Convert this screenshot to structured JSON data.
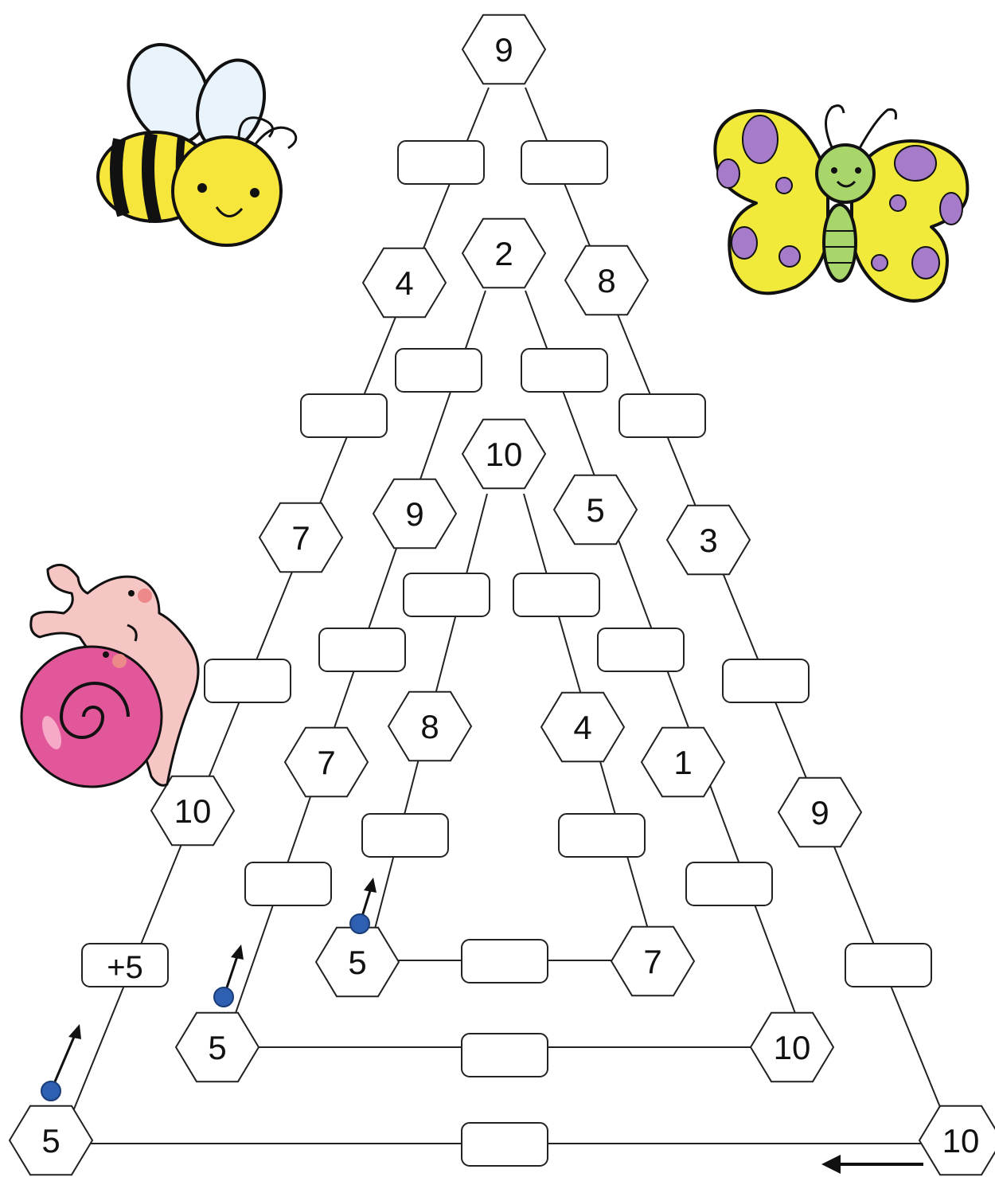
{
  "puzzle": {
    "hexagons": [
      {
        "id": "h1",
        "value": "9"
      },
      {
        "id": "h2",
        "value": "4"
      },
      {
        "id": "h3",
        "value": "2"
      },
      {
        "id": "h4",
        "value": "8"
      },
      {
        "id": "h5",
        "value": "10"
      },
      {
        "id": "h6",
        "value": "9"
      },
      {
        "id": "h7",
        "value": "5"
      },
      {
        "id": "h8",
        "value": "7"
      },
      {
        "id": "h9",
        "value": "3"
      },
      {
        "id": "h10",
        "value": "8"
      },
      {
        "id": "h11",
        "value": "4"
      },
      {
        "id": "h12",
        "value": "7"
      },
      {
        "id": "h13",
        "value": "1"
      },
      {
        "id": "h14",
        "value": "10"
      },
      {
        "id": "h15",
        "value": "9"
      },
      {
        "id": "h16",
        "value": "5"
      },
      {
        "id": "h17",
        "value": "7"
      },
      {
        "id": "h18",
        "value": "5"
      },
      {
        "id": "h19",
        "value": "10"
      },
      {
        "id": "h20",
        "value": "5"
      },
      {
        "id": "h21",
        "value": "10"
      }
    ],
    "boxes": [
      {
        "id": "b1",
        "value": ""
      },
      {
        "id": "b2",
        "value": ""
      },
      {
        "id": "b3",
        "value": ""
      },
      {
        "id": "b4",
        "value": ""
      },
      {
        "id": "b5",
        "value": ""
      },
      {
        "id": "b6",
        "value": ""
      },
      {
        "id": "b7",
        "value": ""
      },
      {
        "id": "b8",
        "value": ""
      },
      {
        "id": "b9",
        "value": ""
      },
      {
        "id": "b10",
        "value": ""
      },
      {
        "id": "b11",
        "value": ""
      },
      {
        "id": "b12",
        "value": ""
      },
      {
        "id": "b13",
        "value": ""
      },
      {
        "id": "b14",
        "value": ""
      },
      {
        "id": "b15",
        "value": ""
      },
      {
        "id": "b16",
        "value": ""
      },
      {
        "id": "b17",
        "value": ""
      },
      {
        "id": "b18",
        "value": "+5"
      },
      {
        "id": "b19",
        "value": ""
      },
      {
        "id": "b20",
        "value": ""
      }
    ]
  },
  "decorations": {
    "bee": "bee-illustration",
    "butterfly": "butterfly-illustration",
    "snail": "snail-illustration",
    "start_marker": "blue-dot-arrow-icon",
    "direction_arrow": "left-arrow-icon"
  },
  "colors": {
    "outline": "#222222",
    "start_dot": "#2e5fb0",
    "bee_yellow": "#f6e53a",
    "butterfly_yellow": "#f2ea3a",
    "butterfly_spots": "#a67bc9",
    "caterpillar_green": "#a9d66b",
    "snail_body": "#f6c6c4",
    "snail_shell": "#e2569a"
  }
}
